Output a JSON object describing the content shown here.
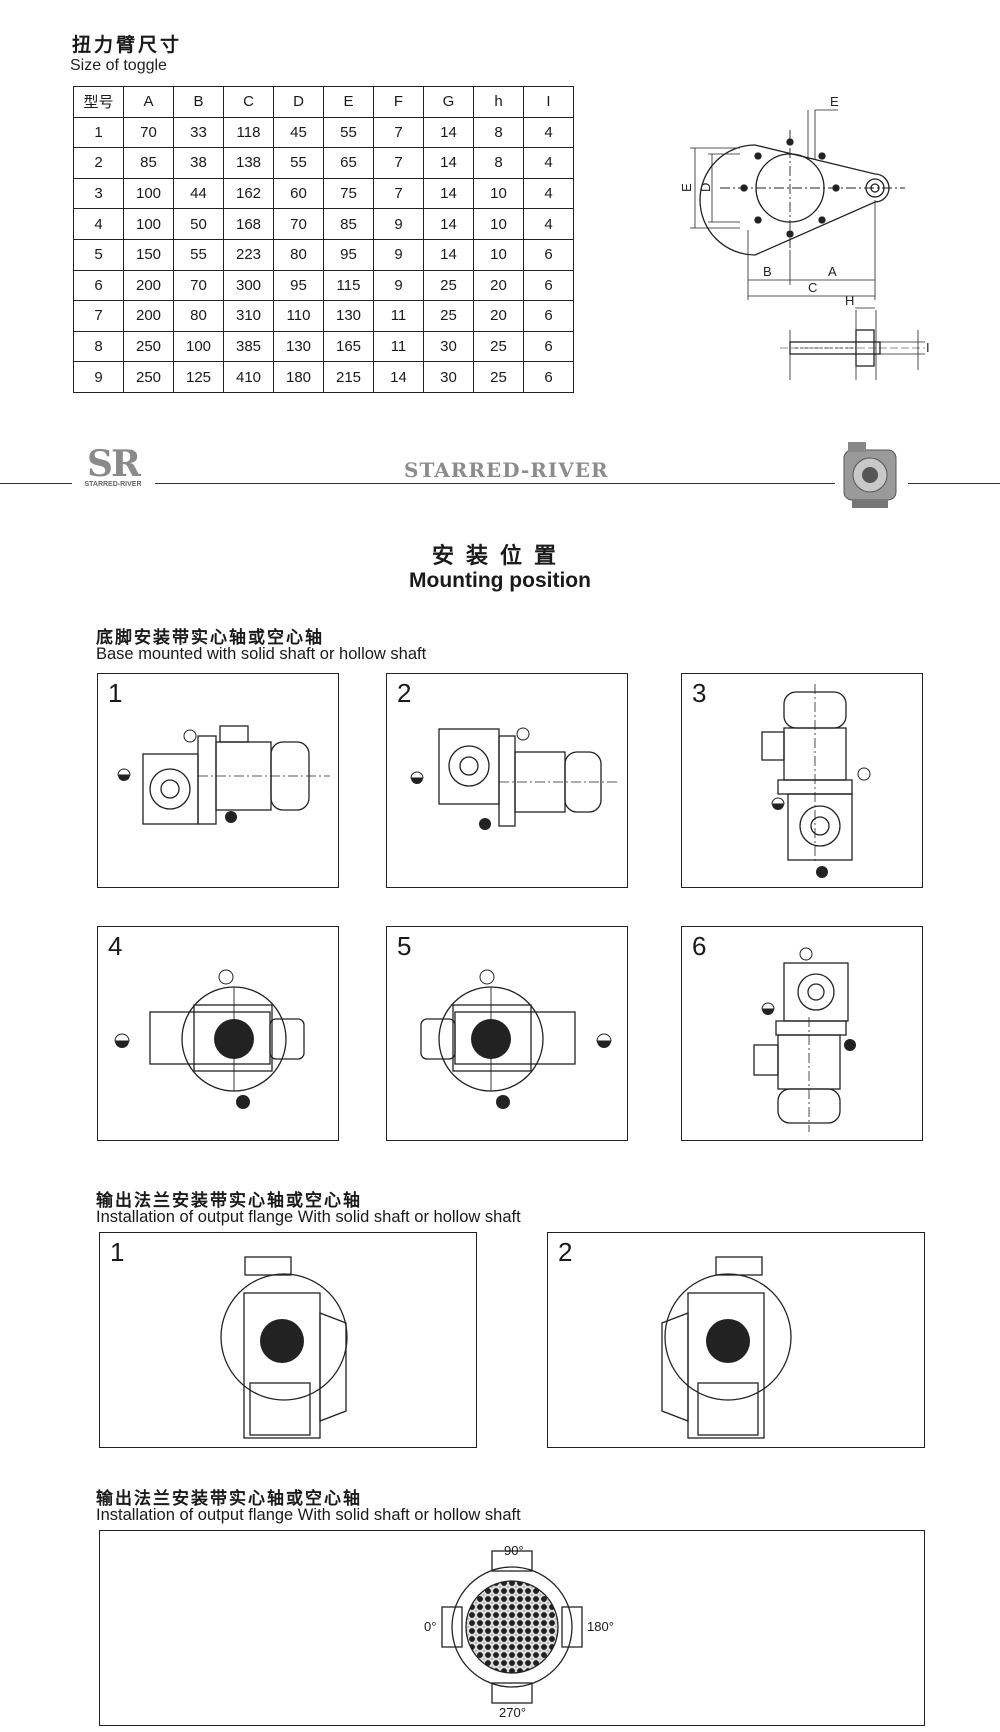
{
  "toggle": {
    "title_cn": "扭力臂尺寸",
    "title_en": "Size of toggle",
    "headers": [
      "型号",
      "A",
      "B",
      "C",
      "D",
      "E",
      "F",
      "G",
      "h",
      "I"
    ],
    "rows": [
      [
        "1",
        "70",
        "33",
        "118",
        "45",
        "55",
        "7",
        "14",
        "8",
        "4"
      ],
      [
        "2",
        "85",
        "38",
        "138",
        "55",
        "65",
        "7",
        "14",
        "8",
        "4"
      ],
      [
        "3",
        "100",
        "44",
        "162",
        "60",
        "75",
        "7",
        "14",
        "10",
        "4"
      ],
      [
        "4",
        "100",
        "50",
        "168",
        "70",
        "85",
        "9",
        "14",
        "10",
        "4"
      ],
      [
        "5",
        "150",
        "55",
        "223",
        "80",
        "95",
        "9",
        "14",
        "10",
        "6"
      ],
      [
        "6",
        "200",
        "70",
        "300",
        "95",
        "115",
        "9",
        "25",
        "20",
        "6"
      ],
      [
        "7",
        "200",
        "80",
        "310",
        "110",
        "130",
        "11",
        "25",
        "20",
        "6"
      ],
      [
        "8",
        "250",
        "100",
        "385",
        "130",
        "165",
        "11",
        "30",
        "25",
        "6"
      ],
      [
        "9",
        "250",
        "125",
        "410",
        "180",
        "215",
        "14",
        "30",
        "25",
        "6"
      ]
    ],
    "drawing_labels": {
      "e": "E",
      "d": "D",
      "e_top": "E",
      "b": "B",
      "a": "A",
      "c": "C",
      "h": "H",
      "i": "I"
    }
  },
  "banner": {
    "logo": "SR",
    "logo_sub": "STARRED-RIVER",
    "brand": "STARRED-RIVER"
  },
  "mounting": {
    "title_cn": "安装位置",
    "title_en": "Mounting position",
    "base": {
      "title_cn": "底脚安装带实心轴或空心轴",
      "title_en": "Base mounted with solid shaft or hollow shaft",
      "positions": [
        "1",
        "2",
        "3",
        "4",
        "5",
        "6"
      ]
    },
    "flange": {
      "title_cn": "输出法兰安装带实心轴或空心轴",
      "title_en": "Installation of output flange With solid shaft or hollow shaft",
      "positions": [
        "1",
        "2"
      ]
    },
    "angle": {
      "title_cn": "输出法兰安装带实心轴或空心轴",
      "title_en": "Installation of output flange With solid shaft or hollow shaft",
      "deg_90": "90°",
      "deg_0": "0°",
      "deg_180": "180°",
      "deg_270": "270°"
    }
  }
}
